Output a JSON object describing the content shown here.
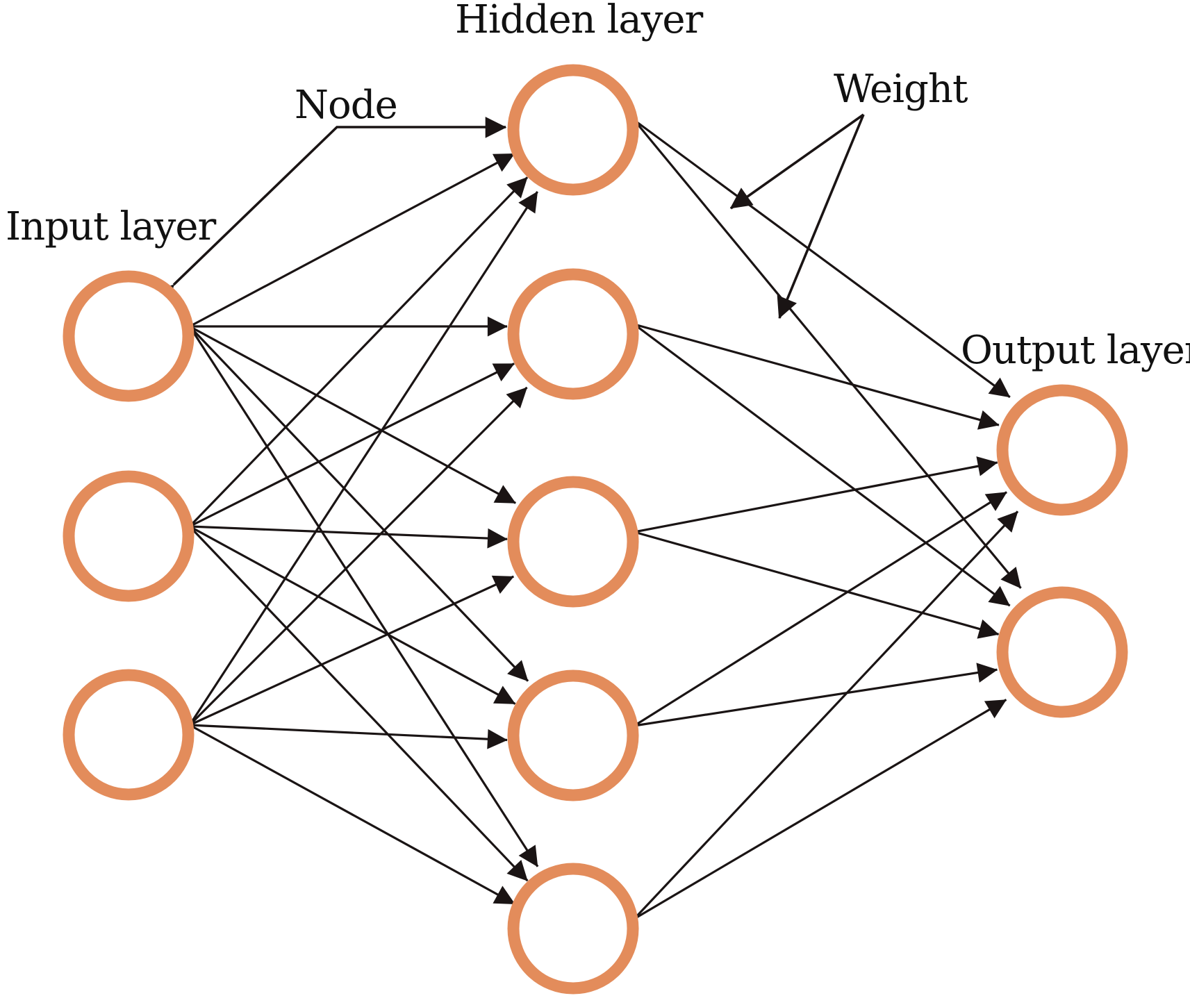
{
  "title": "Neural network structure",
  "colors": {
    "node_stroke": "#E38C5B",
    "edge": "#1A1414",
    "text": "#111111",
    "background": "#FFFFFF"
  },
  "labels": {
    "input_layer": "Input layer",
    "hidden_layer": "Hidden layer",
    "output_layer": "Output layer",
    "node": "Node",
    "weight": "Weight"
  },
  "layers": [
    {
      "name": "input",
      "label": "Input layer",
      "node_count": 3
    },
    {
      "name": "hidden",
      "label": "Hidden layer",
      "node_count": 5
    },
    {
      "name": "output",
      "label": "Output layer",
      "node_count": 2
    }
  ],
  "connections": [
    {
      "from": "input",
      "to": "hidden",
      "type": "fully-connected"
    },
    {
      "from": "hidden",
      "to": "output",
      "type": "fully-connected"
    }
  ],
  "annotations": [
    {
      "text": "Node",
      "points_to": [
        "input node 1",
        "hidden node 1"
      ]
    },
    {
      "text": "Weight",
      "points_to": [
        "edge hidden 1 → output 1",
        "edge hidden 1 → output 2"
      ]
    }
  ]
}
